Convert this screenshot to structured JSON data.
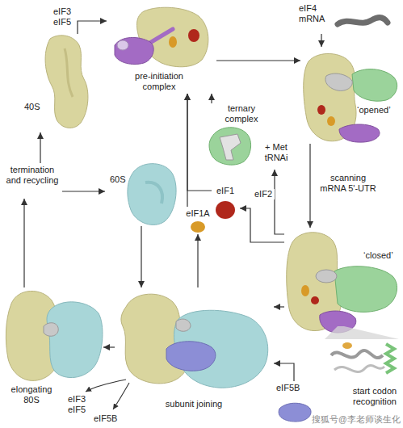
{
  "diagram": {
    "nodes": [
      {
        "text": [
          "pre-initiation complex"
        ]
      },
      {
        "text": [
          "eIF4 mRNA"
        ]
      },
      {
        "text": [
          "40S"
        ]
      },
      {
        "text": [
          "‘opened’"
        ]
      },
      {
        "text": [
          "ternary complex",
          "+ Met tRNAi"
        ]
      },
      {
        "text": [
          "termination and recycling"
        ]
      },
      {
        "text": [
          "60S"
        ]
      },
      {
        "text": [
          "eIF1"
        ]
      },
      {
        "text": [
          "eIF1A"
        ]
      },
      {
        "text": [
          "‘closed’"
        ]
      },
      {
        "text": [
          "elongating 80S"
        ]
      },
      {
        "text": [
          "subunit joining"
        ]
      },
      {
        "text": [
          "eIF5B"
        ]
      }
    ],
    "edges": [
      {
        "from": 2,
        "to": 0,
        "arrow": "to",
        "label": "eIF3 eIF5"
      },
      {
        "from": 0,
        "to": 3,
        "arrow": "to"
      },
      {
        "from": 1,
        "to": 3,
        "arrow": "to"
      },
      {
        "from": 4,
        "to": 0,
        "arrow": "to"
      },
      {
        "from": 7,
        "to": 0,
        "arrow": "to"
      },
      {
        "from": 8,
        "to": 0,
        "arrow": "to"
      },
      {
        "from": 3,
        "to": 9,
        "arrow": "to",
        "label": "scanning mRNA 5'-UTR"
      },
      {
        "from": 9,
        "to": 7,
        "arrow": "to"
      },
      {
        "from": 9,
        "to": 4,
        "arrow": "to",
        "label": "eIF2"
      },
      {
        "from": 9,
        "to": 11,
        "arrow": "to"
      },
      {
        "from": 12,
        "to": 11,
        "arrow": "to"
      },
      {
        "from": 6,
        "to": 11,
        "arrow": "to"
      },
      {
        "from": 11,
        "to": 8,
        "arrow": "to"
      },
      {
        "from": 11,
        "to": 10,
        "arrow": "to"
      },
      {
        "from": 10,
        "to": 5,
        "arrow": "to"
      },
      {
        "from": 5,
        "to": 2,
        "arrow": "to"
      },
      {
        "from": 5,
        "to": 6,
        "arrow": "to"
      }
    ],
    "labels": [
      "eIF3 eIF5",
      "eIF5B",
      "start codon recognition",
      "搜狐号@李老师谈生化"
    ]
  }
}
